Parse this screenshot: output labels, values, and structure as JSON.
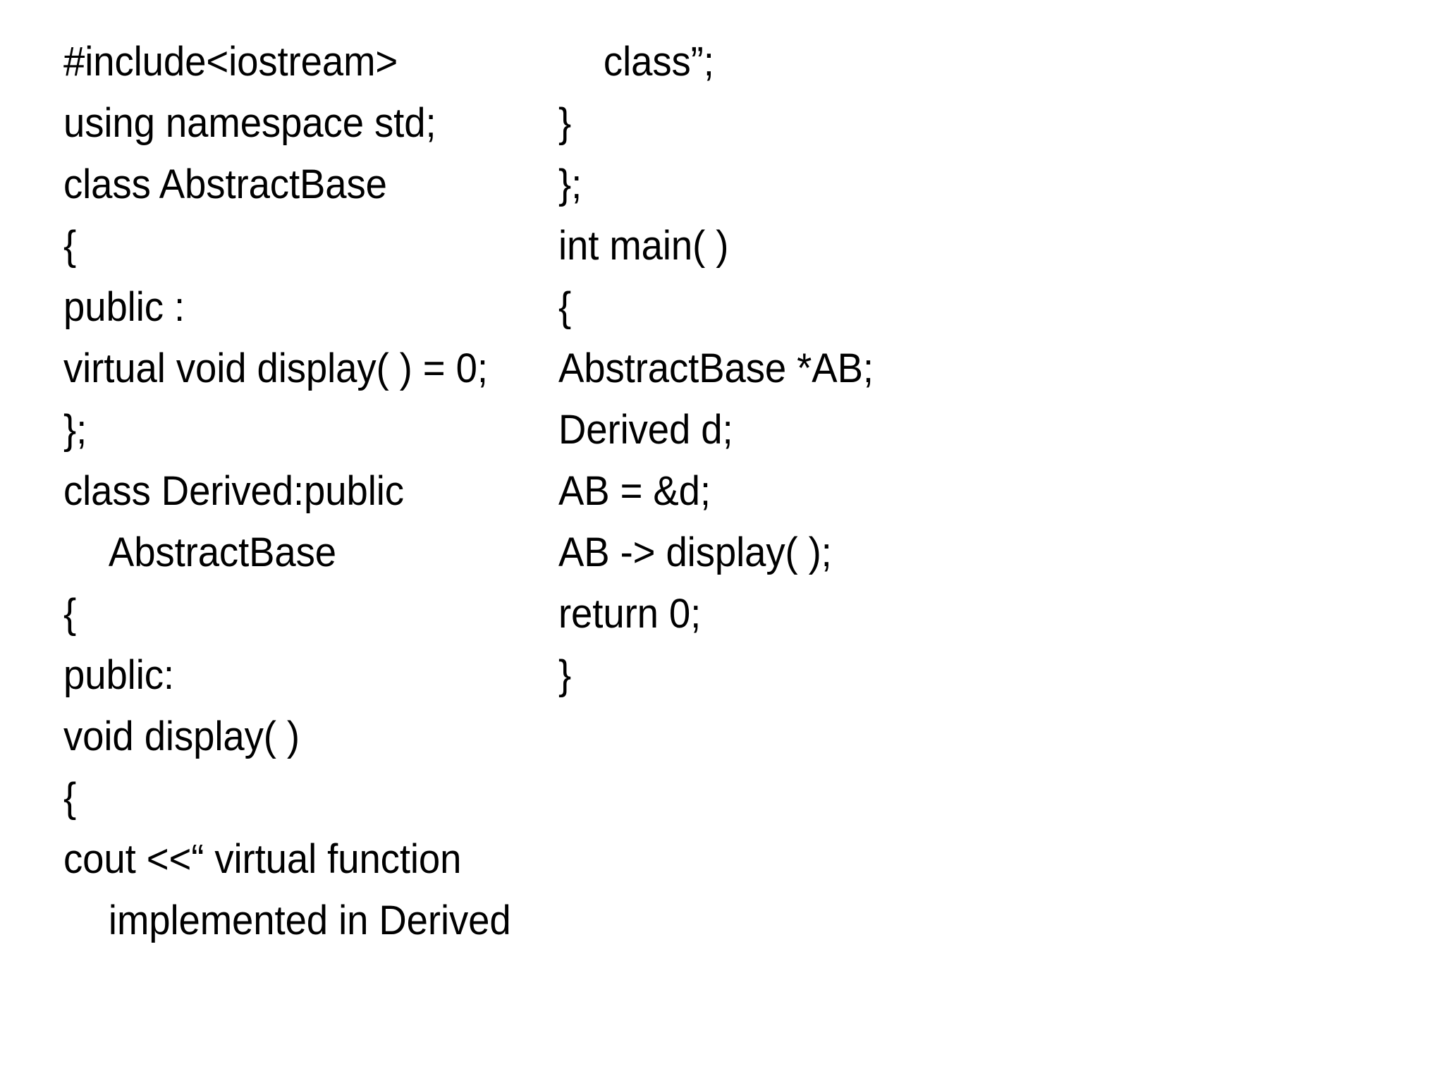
{
  "slide": {
    "background_color": "#ffffff",
    "text_color": "#000000",
    "language": "C++",
    "left_column": {
      "lines": [
        {
          "text": "#include<iostream>",
          "indented": false
        },
        {
          "text": "using namespace std;",
          "indented": false
        },
        {
          "text": "class AbstractBase",
          "indented": false
        },
        {
          "text": "{",
          "indented": false
        },
        {
          "text": "public :",
          "indented": false
        },
        {
          "text": "virtual void display( ) = 0;",
          "indented": false
        },
        {
          "text": "};",
          "indented": false
        },
        {
          "text": "class Derived:public",
          "indented": false
        },
        {
          "text": "AbstractBase",
          "indented": true
        },
        {
          "text": "{",
          "indented": false
        },
        {
          "text": "public:",
          "indented": false
        },
        {
          "text": "void display( )",
          "indented": false
        },
        {
          "text": "{",
          "indented": false
        },
        {
          "text": "cout <<“ virtual function",
          "indented": false
        },
        {
          "text": "implemented in Derived",
          "indented": true
        }
      ]
    },
    "right_column": {
      "lines": [
        {
          "text": "class”;",
          "indented": true
        },
        {
          "text": "}",
          "indented": false
        },
        {
          "text": "};",
          "indented": false
        },
        {
          "text": "int main( )",
          "indented": false
        },
        {
          "text": "{",
          "indented": false
        },
        {
          "text": "AbstractBase *AB;",
          "indented": false
        },
        {
          "text": "Derived d;",
          "indented": false
        },
        {
          "text": "AB = &d;",
          "indented": false
        },
        {
          "text": "AB -> display( );",
          "indented": false
        },
        {
          "text": "return 0;",
          "indented": false
        },
        {
          "text": "}",
          "indented": false
        }
      ]
    }
  }
}
